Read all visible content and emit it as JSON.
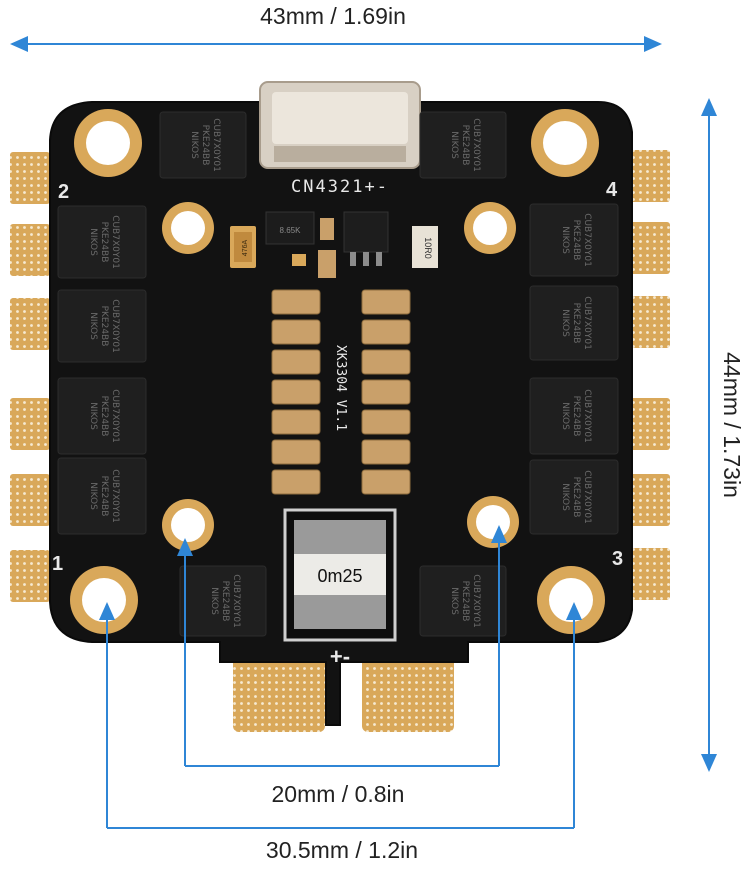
{
  "dimensions": {
    "width_label": "43mm / 1.69in",
    "height_label": "44mm / 1.73in",
    "inner_mount_label": "20mm / 0.8in",
    "outer_mount_label": "30.5mm / 1.2in",
    "line_color": "#2f86d6"
  },
  "board": {
    "connector_label": "CN4321+-",
    "model_label": "XK3304 V1.1",
    "shunt_label": "0m25",
    "power_label": "+-",
    "resistor_label": "10R0",
    "small_part_label": "8.65K",
    "cap_label": "476A",
    "mosfet_text": [
      "NIKOS",
      "PKE24BB",
      "CUB7X0Y01"
    ],
    "corner_numbers": [
      "1",
      "2",
      "3",
      "4"
    ],
    "colors": {
      "pcb": "#121212",
      "gold": "#d9a85a",
      "tan": "#c9a06a",
      "chip": "#1f1f1f"
    }
  }
}
